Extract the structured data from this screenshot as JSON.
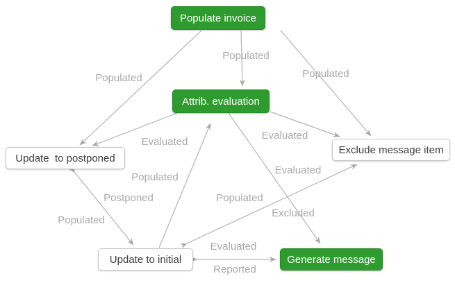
{
  "diagram": {
    "background": "#ffffff",
    "colors": {
      "action_node_fill": "#2e9b2e",
      "action_node_text": "#ffffff",
      "state_node_fill": "#ffffff",
      "state_node_border": "#c6c6c6",
      "state_node_text": "#3d3d3d",
      "edge_stroke": "#b3b3b3",
      "edge_label_text": "#a9a9a9"
    },
    "nodes": [
      {
        "id": "populate-invoice",
        "label": "Populate invoice",
        "kind": "highlight"
      },
      {
        "id": "attrib-evaluation",
        "label": "Attrib. evaluation",
        "kind": "highlight"
      },
      {
        "id": "update-to-postponed",
        "label": "Update  to postponed",
        "kind": "plain"
      },
      {
        "id": "exclude-message-item",
        "label": "Exclude message item",
        "kind": "plain"
      },
      {
        "id": "update-to-initial",
        "label": "Update to initial",
        "kind": "plain"
      },
      {
        "id": "generate-message",
        "label": "Generate message",
        "kind": "highlight"
      }
    ],
    "edges": [
      {
        "from": "populate-invoice",
        "to": "attrib-evaluation",
        "bidirectional": false,
        "label": "Populated"
      },
      {
        "from": "populate-invoice",
        "to": "update-to-postponed",
        "bidirectional": false,
        "label": "Populated"
      },
      {
        "from": "populate-invoice",
        "to": "exclude-message-item",
        "bidirectional": false,
        "label": "Populated"
      },
      {
        "from": "attrib-evaluation",
        "to": "update-to-postponed",
        "bidirectional": false,
        "label": "Evaluated"
      },
      {
        "from": "attrib-evaluation",
        "to": "exclude-message-item",
        "bidirectional": false,
        "label": "Evaluated"
      },
      {
        "from": "attrib-evaluation",
        "to": "generate-message",
        "bidirectional": false,
        "label": "Excluded"
      },
      {
        "from": "update-to-postponed",
        "to": "update-to-initial",
        "bidirectional": true,
        "label": "Postponed",
        "label2": "Populated"
      },
      {
        "from": "update-to-initial",
        "to": "attrib-evaluation",
        "bidirectional": false,
        "label": "Populated"
      },
      {
        "from": "update-to-initial",
        "to": "exclude-message-item",
        "bidirectional": true,
        "label": "Evaluated",
        "label2": "Populated"
      },
      {
        "from": "update-to-initial",
        "to": "generate-message",
        "bidirectional": true,
        "label": "Evaluated",
        "label2": "Reported"
      }
    ]
  }
}
